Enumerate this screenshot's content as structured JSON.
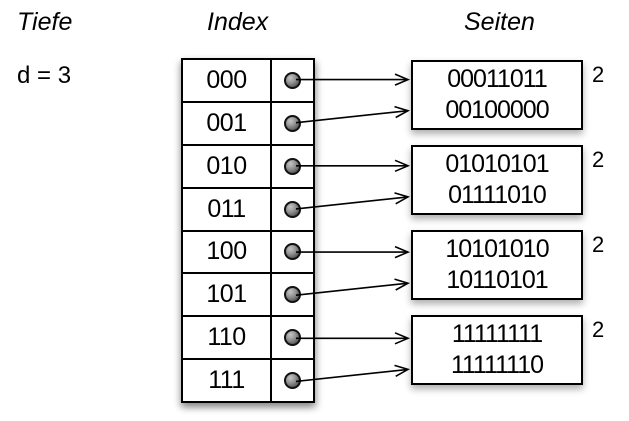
{
  "header": {
    "tiefe_label": "Tiefe",
    "depth_value": "d = 3",
    "index_label": "Index",
    "seiten_label": "Seiten"
  },
  "index_table": {
    "entries": [
      "000",
      "001",
      "010",
      "011",
      "100",
      "101",
      "110",
      "111"
    ]
  },
  "pages": [
    {
      "values": [
        "00011011",
        "00100000"
      ],
      "local_depth": "2"
    },
    {
      "values": [
        "01010101",
        "01111010"
      ],
      "local_depth": "2"
    },
    {
      "values": [
        "10101010",
        "10110101"
      ],
      "local_depth": "2"
    },
    {
      "values": [
        "11111111",
        "11111110"
      ],
      "local_depth": "2"
    }
  ],
  "links": [
    {
      "entry": "000",
      "page": 0
    },
    {
      "entry": "001",
      "page": 0
    },
    {
      "entry": "010",
      "page": 1
    },
    {
      "entry": "011",
      "page": 1
    },
    {
      "entry": "100",
      "page": 2
    },
    {
      "entry": "101",
      "page": 2
    },
    {
      "entry": "110",
      "page": 3
    },
    {
      "entry": "111",
      "page": 3
    }
  ],
  "colors": {
    "line": "#000000",
    "pointer_dot_fill": "#7a7a7a",
    "background": "#ffffff"
  }
}
